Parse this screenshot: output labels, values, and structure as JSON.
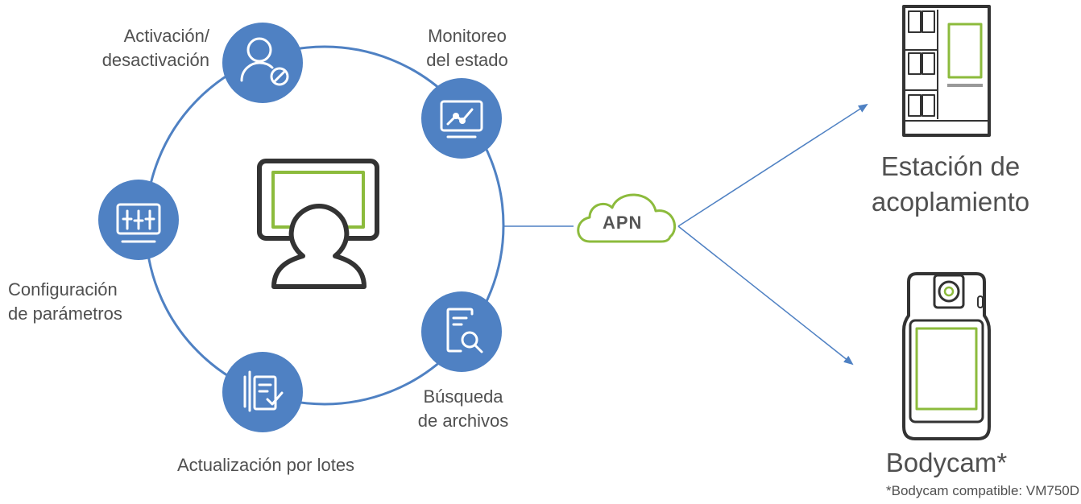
{
  "nodes": {
    "activation": {
      "line1": "Activación/",
      "line2": "desactivación",
      "icon": "user-block-icon"
    },
    "monitoring": {
      "line1": "Monitoreo",
      "line2": "del estado",
      "icon": "monitor-chart-icon"
    },
    "config": {
      "line1": "Configuración",
      "line2": "de parámetros",
      "icon": "sliders-icon"
    },
    "batch": {
      "line1": "Actualización por lotes",
      "icon": "documents-check-icon"
    },
    "search": {
      "line1": "Búsqueda",
      "line2": "de archivos",
      "icon": "document-search-icon"
    }
  },
  "center": {
    "icon": "operator-screen-icon"
  },
  "cloud": {
    "label": "APN"
  },
  "devices": {
    "dock": {
      "line1": "Estación de",
      "line2": "acoplamiento"
    },
    "bodycam": {
      "label": "Bodycam*",
      "footnote": "*Bodycam compatible: VM750D"
    }
  },
  "colors": {
    "blue": "#4f81c3",
    "green": "#8cbb3c",
    "dark": "#333333",
    "text": "#505050"
  }
}
